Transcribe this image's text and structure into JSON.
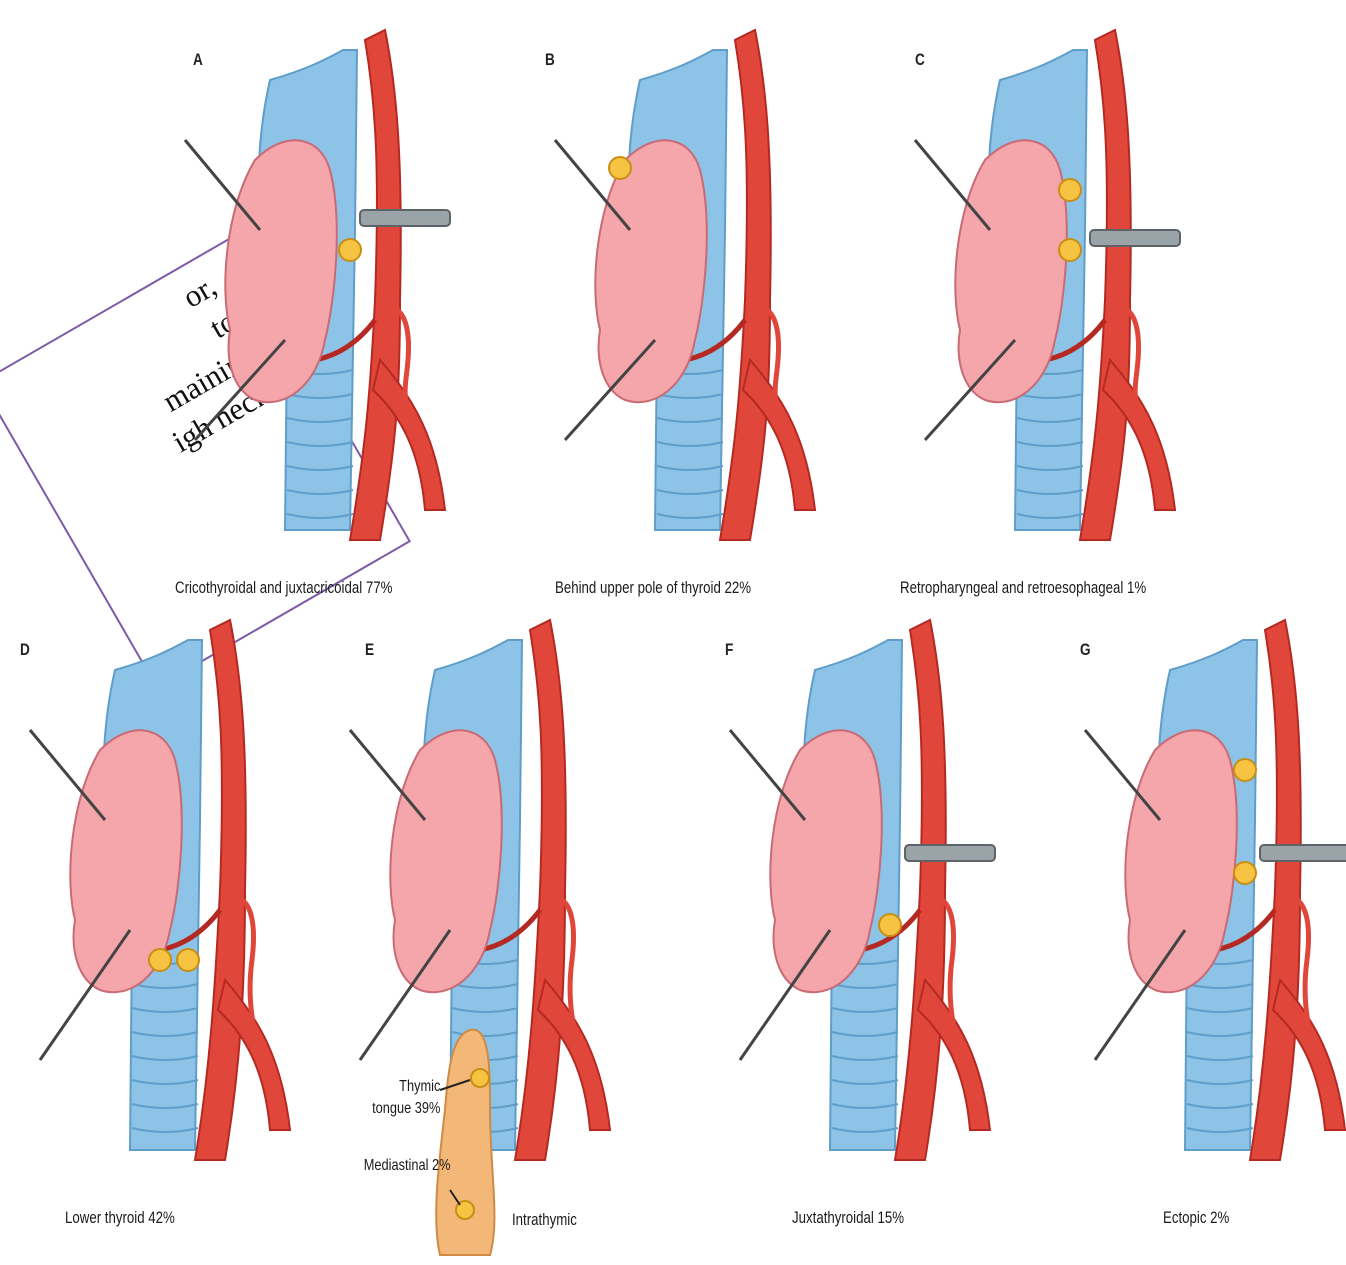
{
  "colors": {
    "cartilage": "#8dc3e6",
    "cartilage_dark": "#5f9ec8",
    "trachea_ring": "#9ccbe8",
    "thyroid": "#f4a6ab",
    "thyroid_edge": "#c96a75",
    "artery": "#e0463a",
    "artery_dark": "#b42a22",
    "parathyroid": "#f6c343",
    "thymus": "#f3b877",
    "note_border": "#7b5aa6"
  },
  "panels": [
    {
      "letter": "A",
      "caption": "Cricothyroidal and juxtacricoidal 77%"
    },
    {
      "letter": "B",
      "caption": "Behind upper pole of thyroid 22%"
    },
    {
      "letter": "C",
      "caption": "Retropharyngeal and retroesophageal 1%"
    },
    {
      "letter": "D",
      "caption": "Lower thyroid 42%"
    },
    {
      "letter": "E",
      "caption": "Intrathymic"
    },
    {
      "letter": "F",
      "caption": "Juxtathyroidal 15%"
    },
    {
      "letter": "G",
      "caption": "Ectopic 2%"
    }
  ],
  "callouts": {
    "thymic_tongue": "Thymic\ntongue 39%",
    "mediastinal": "Mediastinal 2%"
  },
  "note": {
    "lines": "or,\nto\nmaining\nigh neck."
  }
}
